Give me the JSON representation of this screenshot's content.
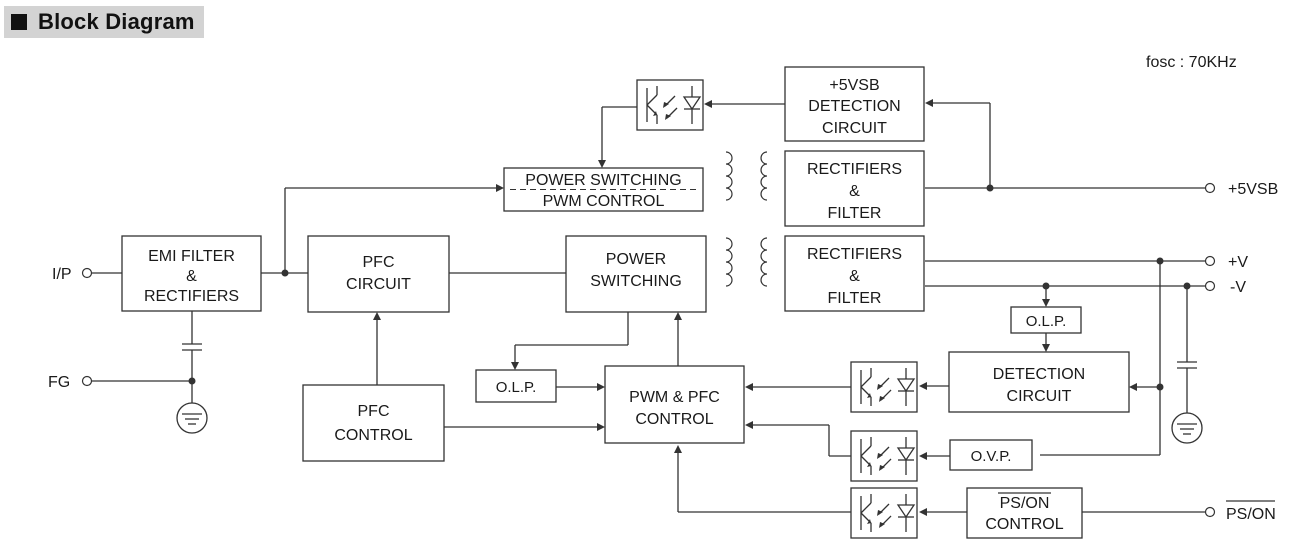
{
  "header": {
    "title": "Block Diagram"
  },
  "diagram": {
    "frequency": "fosc : 70KHz",
    "blocks": {
      "vsb_detect": [
        "+5VSB",
        "DETECTION",
        "CIRCUIT"
      ],
      "rect_filter_top": [
        "RECTIFIERS",
        "&",
        "FILTER"
      ],
      "rect_filter_main": [
        "RECTIFIERS",
        "&",
        "FILTER"
      ],
      "pwm_switch": [
        "POWER SWITCHING",
        "PWM CONTROL"
      ],
      "emi": [
        "EMI FILTER",
        "&",
        "RECTIFIERS"
      ],
      "pfc_circuit": [
        "PFC",
        "CIRCUIT"
      ],
      "power_switching": [
        "POWER",
        "SWITCHING"
      ],
      "olp_left": "O.L.P.",
      "olp_right": "O.L.P.",
      "pwm_pfc": [
        "PWM & PFC",
        "CONTROL"
      ],
      "detection": [
        "DETECTION",
        "CIRCUIT"
      ],
      "pfc_control": [
        "PFC",
        "CONTROL"
      ],
      "ovp": "O.V.P.",
      "pson_control": [
        "PS/ON",
        "CONTROL"
      ]
    },
    "terminals": {
      "input": "I/P",
      "ground": "FG",
      "vsb_out": "+5VSB",
      "pos_out": "+V",
      "neg_out": "-V",
      "pson": "PS/ON"
    }
  }
}
